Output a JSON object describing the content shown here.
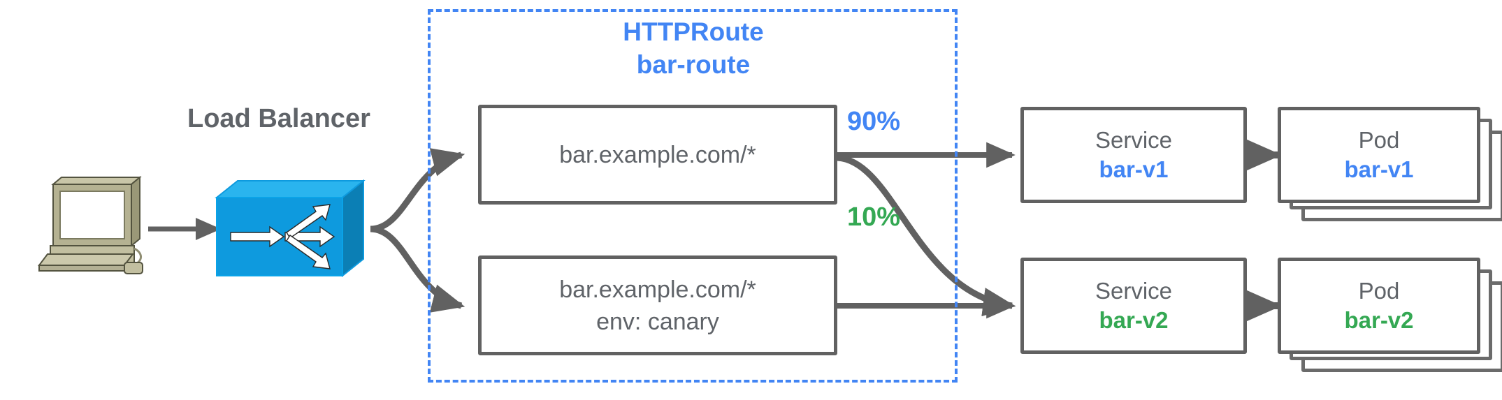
{
  "diagram": {
    "title_visible": false,
    "colors": {
      "blue": "#4285f4",
      "green": "#34a853",
      "gray_text": "#5f6368",
      "box_border": "#616161",
      "lb_blue": "#0e9ade",
      "computer_beige": "#b5b08a"
    },
    "client": {
      "icon": "desktop-computer-icon"
    },
    "load_balancer": {
      "label": "Load Balancer",
      "icon": "load-balancer-switch-icon"
    },
    "group": {
      "kind_label": "HTTPRoute",
      "name_label": "bar-route"
    },
    "rules": [
      {
        "id": "rule-primary",
        "lines": [
          "bar.example.com/*"
        ]
      },
      {
        "id": "rule-canary",
        "lines": [
          "bar.example.com/*",
          "env: canary"
        ]
      }
    ],
    "weights": [
      {
        "id": "weight-90",
        "label": "90%",
        "color": "#4285f4"
      },
      {
        "id": "weight-10",
        "label": "10%",
        "color": "#34a853"
      }
    ],
    "backends": [
      {
        "id": "backend-v1",
        "service": {
          "title": "Service",
          "name": "bar-v1",
          "color": "#4285f4"
        },
        "pod": {
          "title": "Pod",
          "name": "bar-v1",
          "color": "#4285f4",
          "replicas": 3
        }
      },
      {
        "id": "backend-v2",
        "service": {
          "title": "Service",
          "name": "bar-v2",
          "color": "#34a853"
        },
        "pod": {
          "title": "Pod",
          "name": "bar-v2",
          "color": "#34a853",
          "replicas": 3
        }
      }
    ]
  }
}
